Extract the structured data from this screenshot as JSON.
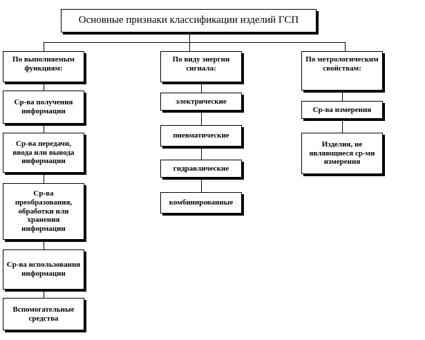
{
  "title": "Основные признаки классификации изделий ГСП",
  "columns": [
    {
      "category": "По выполняемым функциям:",
      "items": [
        "Ср-ва получения информации",
        "Ср-ва передачи, ввода или вывода информации",
        "Ср-ва преобразования, обработки или хранения информации",
        "Ср-ва использования информации",
        "Вспомогательные средства"
      ]
    },
    {
      "category": "По виду энергии сигнала:",
      "items": [
        "электрические",
        "пневматические",
        "гидравлические",
        "комбинированные"
      ]
    },
    {
      "category": "По метрологическим свойствам:",
      "items": [
        "Ср-ва измерения",
        "Изделия, не являющиеся ср-ми измерения"
      ]
    }
  ]
}
